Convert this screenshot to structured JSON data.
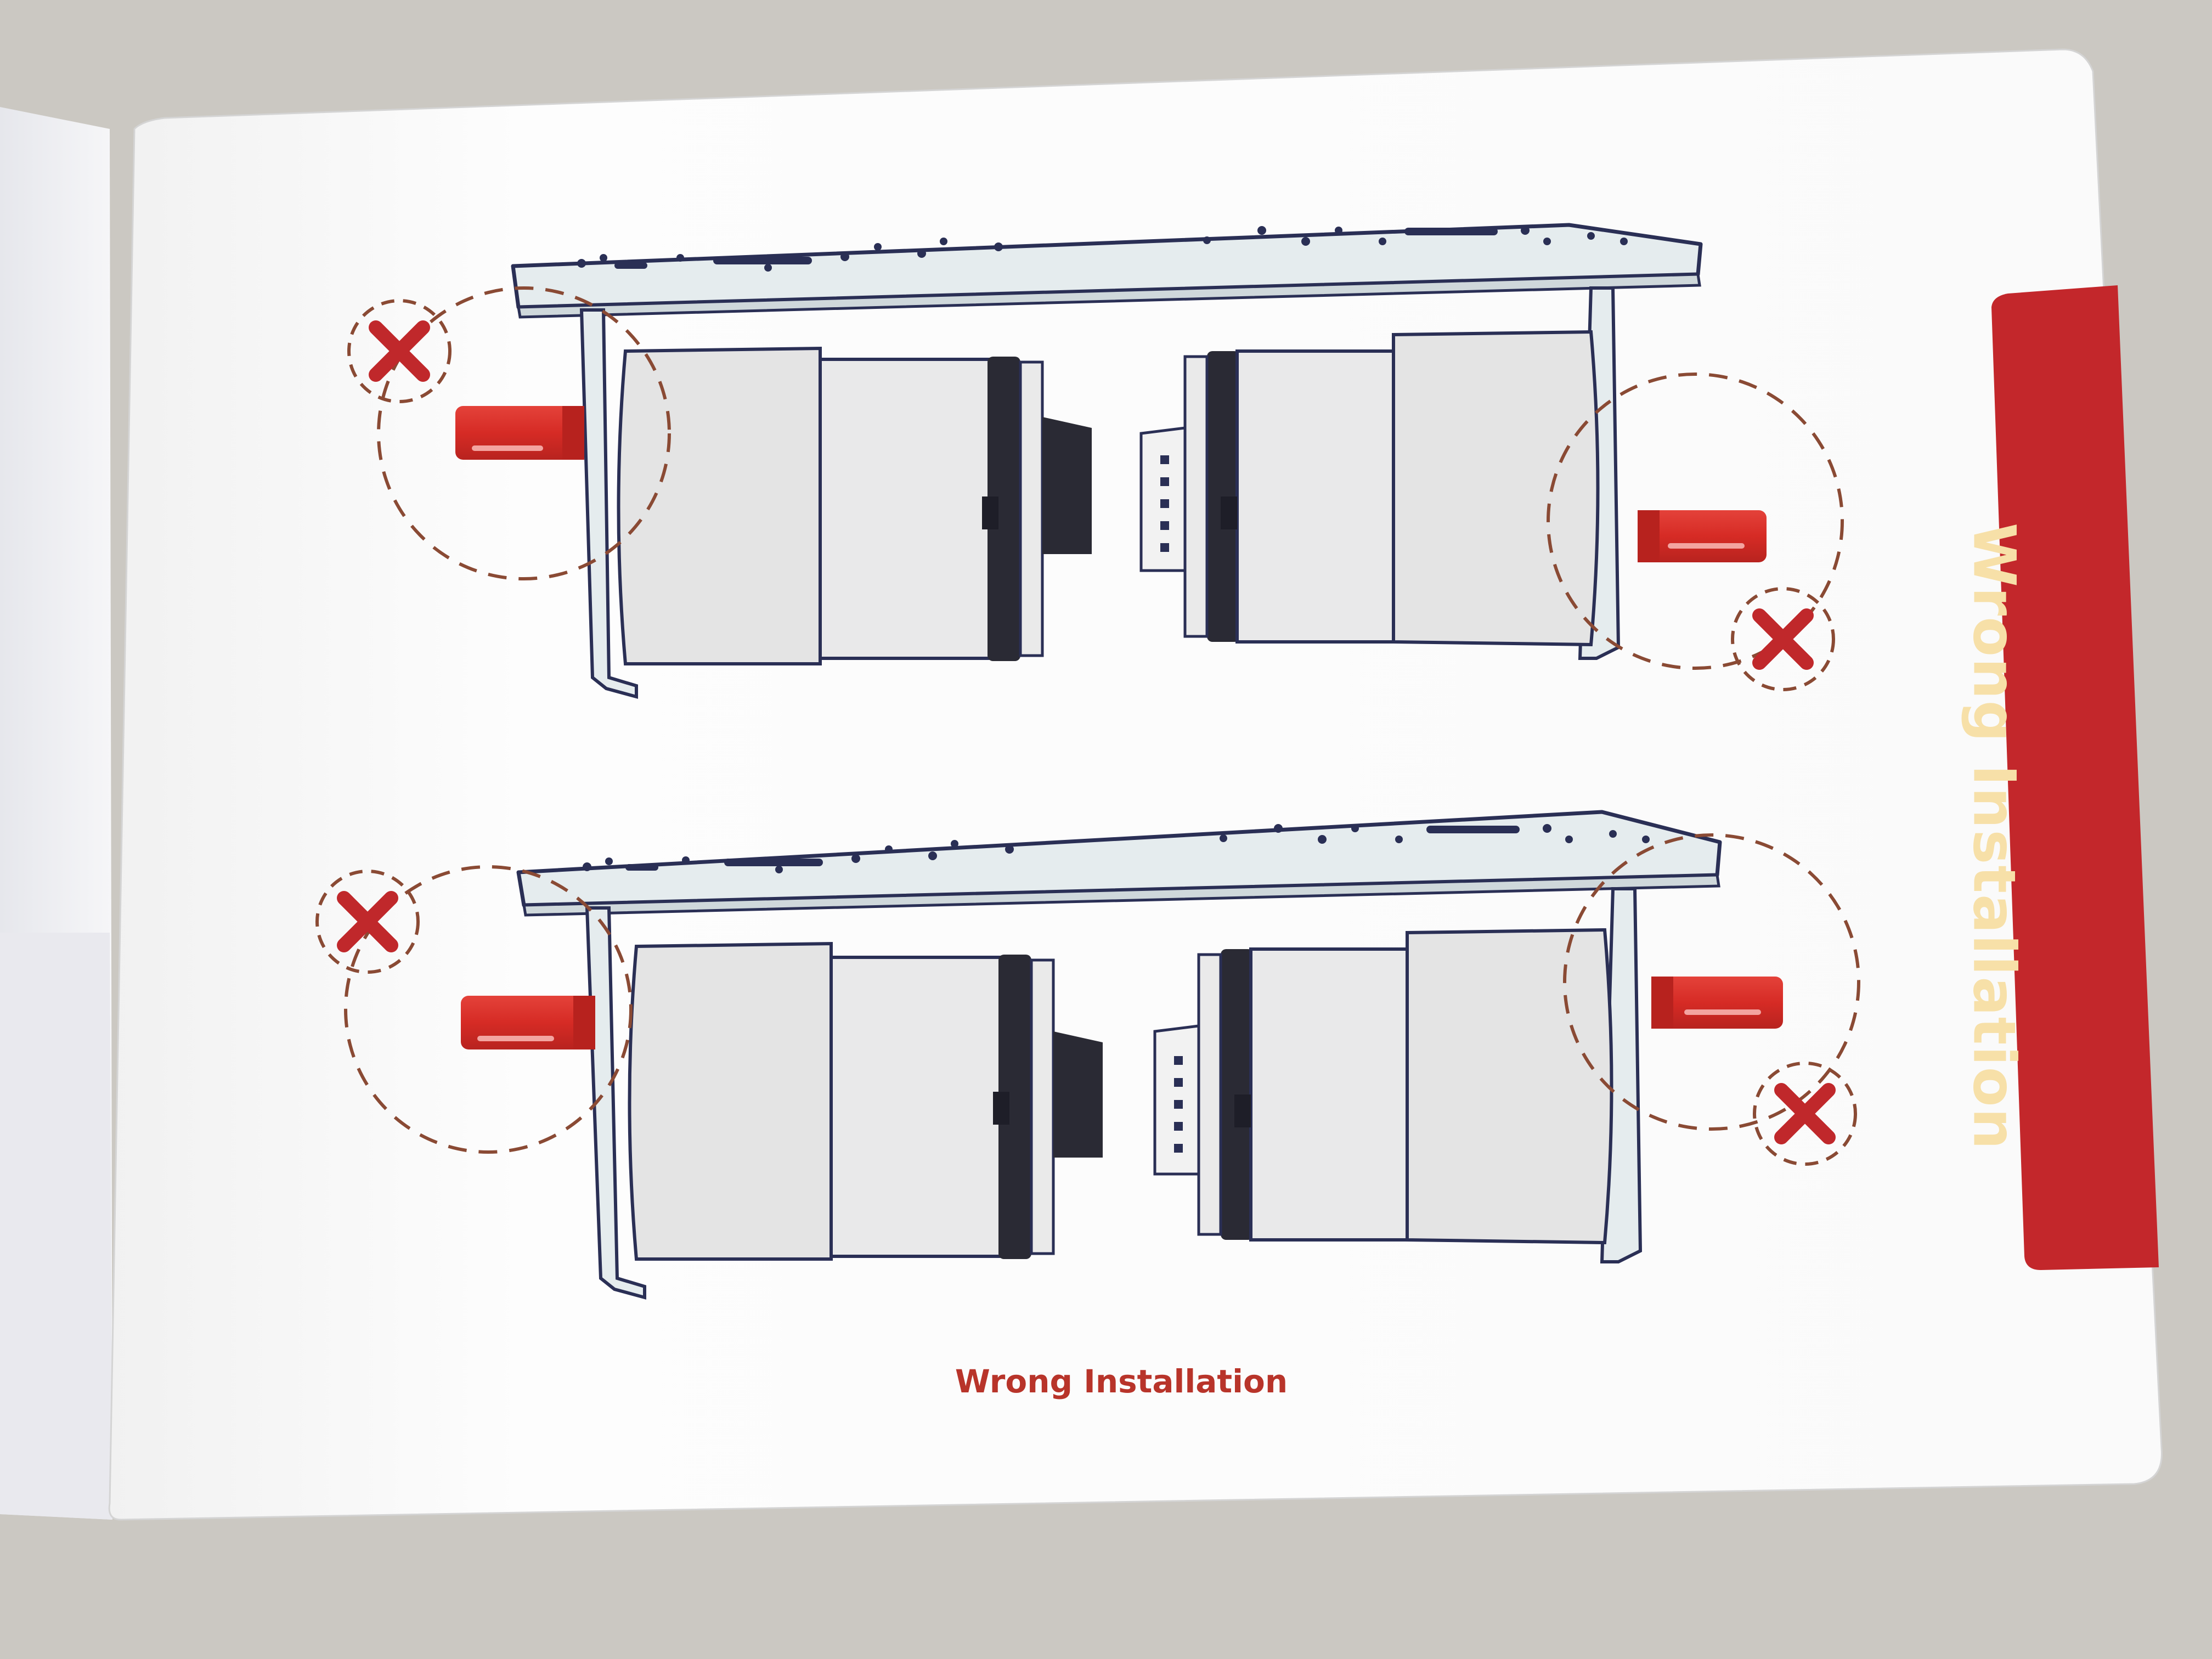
{
  "side_tab": {
    "label": "Wrong Installation",
    "color": "#c0282b",
    "text_color": "#f7e0a8"
  },
  "caption": {
    "text": "Wrong Installation",
    "color": "#b8342a"
  },
  "illustrations": [
    {
      "name": "top-motor-assembly",
      "status": "wrong",
      "wrong_marks": 2
    },
    {
      "name": "bottom-motor-assembly",
      "status": "wrong",
      "wrong_marks": 2
    }
  ],
  "icons": {
    "wrong": "x-mark-icon",
    "shaft": "motor-shaft",
    "bracket": "mounting-bracket"
  },
  "colors": {
    "paper": "#fbfbfb",
    "background": "#c9c6c0",
    "shaft": "#d8332b",
    "outline": "#2a2f55",
    "motor_body": "#e6e6e6",
    "dash": "#8a4a34"
  }
}
